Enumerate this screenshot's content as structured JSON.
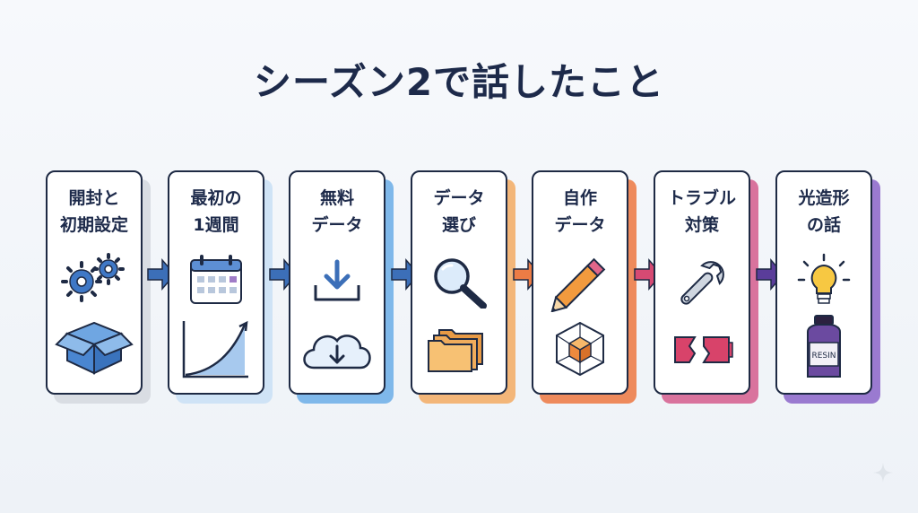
{
  "title": "シーズン2で話したこと",
  "steps": [
    {
      "label": "開封と\n初期設定",
      "accent": "#d9dde3"
    },
    {
      "label": "最初の\n1週間",
      "accent": "#cfe3f6"
    },
    {
      "label": "無料\nデータ",
      "accent": "#7fb8ea"
    },
    {
      "label": "データ\n選び",
      "accent": "#f3b679"
    },
    {
      "label": "自作\nデータ",
      "accent": "#ee8a5c"
    },
    {
      "label": "トラブル\n対策",
      "accent": "#d9739d"
    },
    {
      "label": "光造形\nの話",
      "accent": "#9a7ad0"
    }
  ],
  "resin_label": "RESIN",
  "icons": [
    "gears-icon",
    "box-icon",
    "calendar-icon",
    "growth-chart-icon",
    "download-tray-icon",
    "cloud-download-icon",
    "magnifier-icon",
    "folders-icon",
    "pencil-icon",
    "cube-icon",
    "wrench-icon",
    "broken-piece-icon",
    "lightbulb-icon",
    "resin-bottle-icon"
  ],
  "colors": {
    "title": "#1d2a4a",
    "border": "#1e2a44",
    "arrow_blue": "#3c6fb8",
    "arrow_orange": "#ec7c45",
    "arrow_pink": "#d64a73",
    "arrow_purple": "#5a3d9a"
  }
}
